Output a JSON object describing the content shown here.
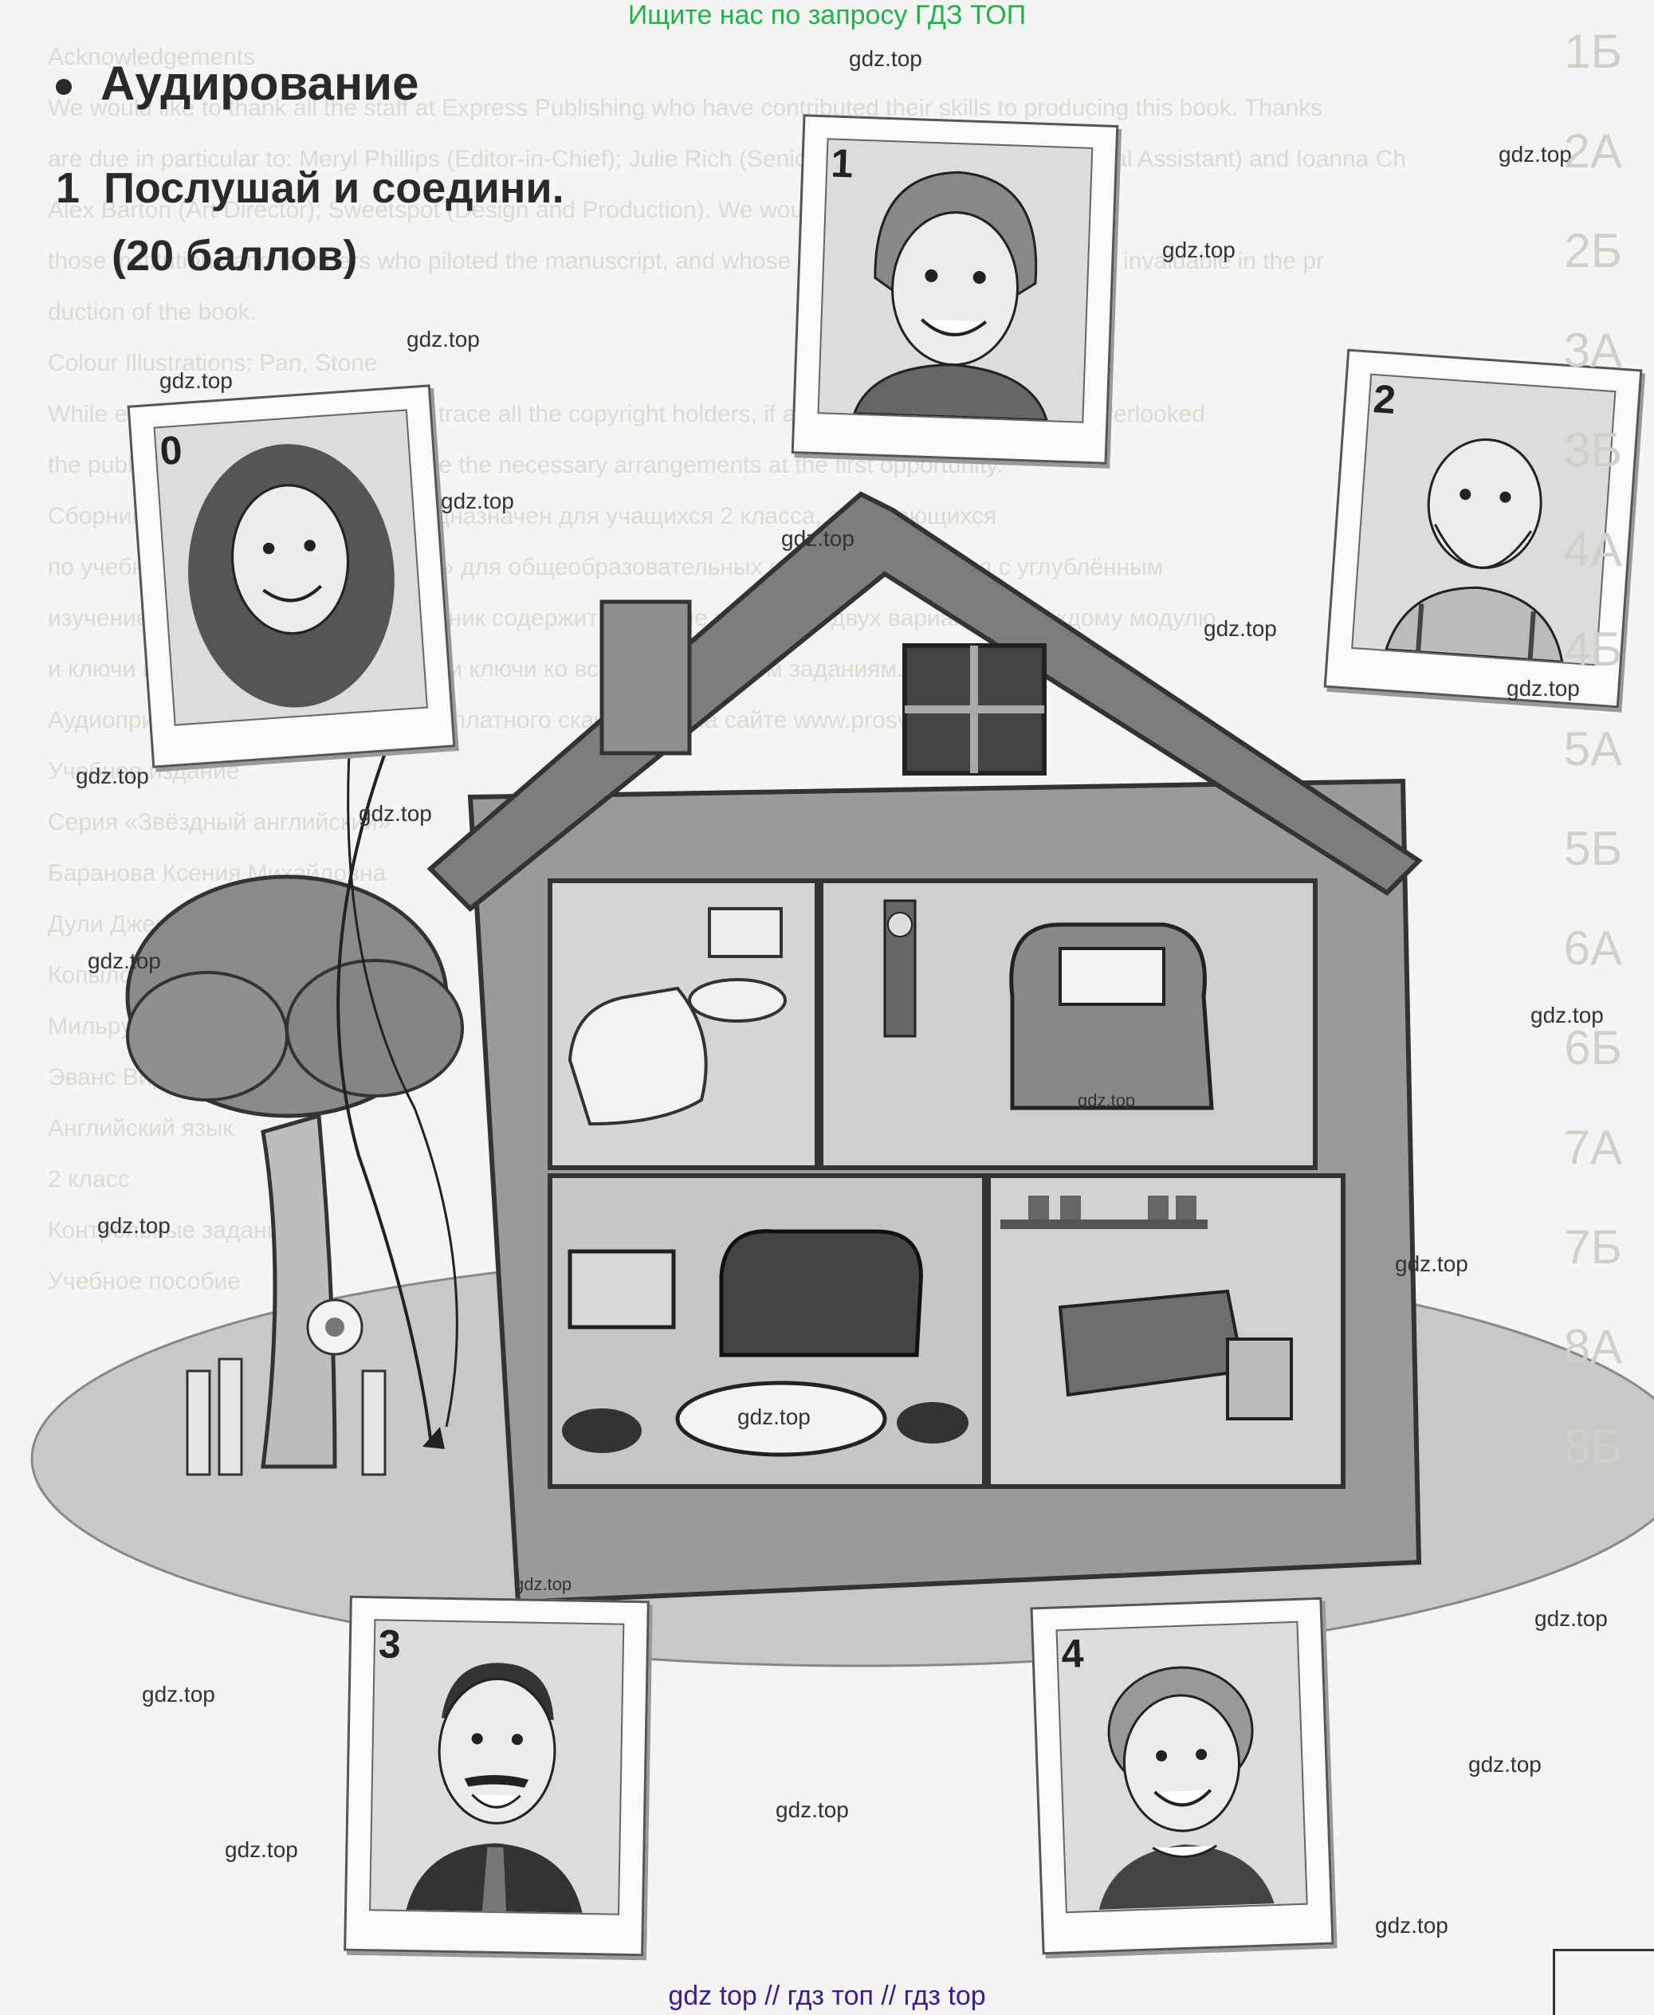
{
  "banner": "Ищите нас по запросу ГДЗ ТОП",
  "section_title": "Аудирование",
  "task_number": "1",
  "task_text": "Послушай и соедини.",
  "task_points": "(20 баллов)",
  "photos": [
    {
      "num": "0"
    },
    {
      "num": "1"
    },
    {
      "num": "2"
    },
    {
      "num": "3"
    },
    {
      "num": "4"
    }
  ],
  "watermark": "gdz.top",
  "footer": "gdz top  //  гдз топ  //  гдз top",
  "bleed_lines": [
    "Acknowledgements",
    "We would like to thank all the staff at Express Publishing who have contributed their skills to producing this book. Thanks",
    "are due in particular to: Meryl Phillips (Editor-in-Chief); Julie Rich (Senior Editor); Nina Peters (Editorial Assistant) and Ioanna Ch",
    "Alex Barton (Art Director); Sweetspot (Design and Production). We would also like to thank",
    "those institutions and teachers who piloted the manuscript, and whose comments and feedback were invaluable in the pr",
    "duction of the book.",
    "Colour Illustrations: Pan, Stone",
    "While every effort has been made to trace all the copyright holders, if any have been inadvertently overlooked",
    "the publishers will be pleased to make the necessary arrangements at the first opportunity.",
    "Сборник контрольных заданий предназначен для учащихся 2 класса, занимающихся",
    "по учебнику «Звёздный английский» для общеобразовательных организаций и школ с углублённым",
    "изучением английского языка. Сборник содержит тестовые задания в двух вариантах к каждому модулю",
    "и ключи к ним, контрольную работу и ключи ко всем контрольным заданиям.",
    "Аудиоприложение доступно для бесплатного скачивания на сайте www.prosv.ru/audio",
    "Учебное издание",
    "Серия «Звёздный английский»",
    "Баранова Ксения Михайловна",
    "Дули Дженни",
    "Копылова Виктория Викторовна",
    "Мильруд Радислав Петрович",
    "Эванс Вирджиния",
    "Английский язык",
    "2 класс",
    "Контрольные задания",
    "Учебное пособие"
  ],
  "contents_numbers": [
    "1Б",
    "2А",
    "2Б",
    "3А",
    "3Б",
    "4А",
    "4Б",
    "5А",
    "5Б",
    "6А",
    "6Б",
    "7А",
    "7Б",
    "8А",
    "8Б"
  ]
}
